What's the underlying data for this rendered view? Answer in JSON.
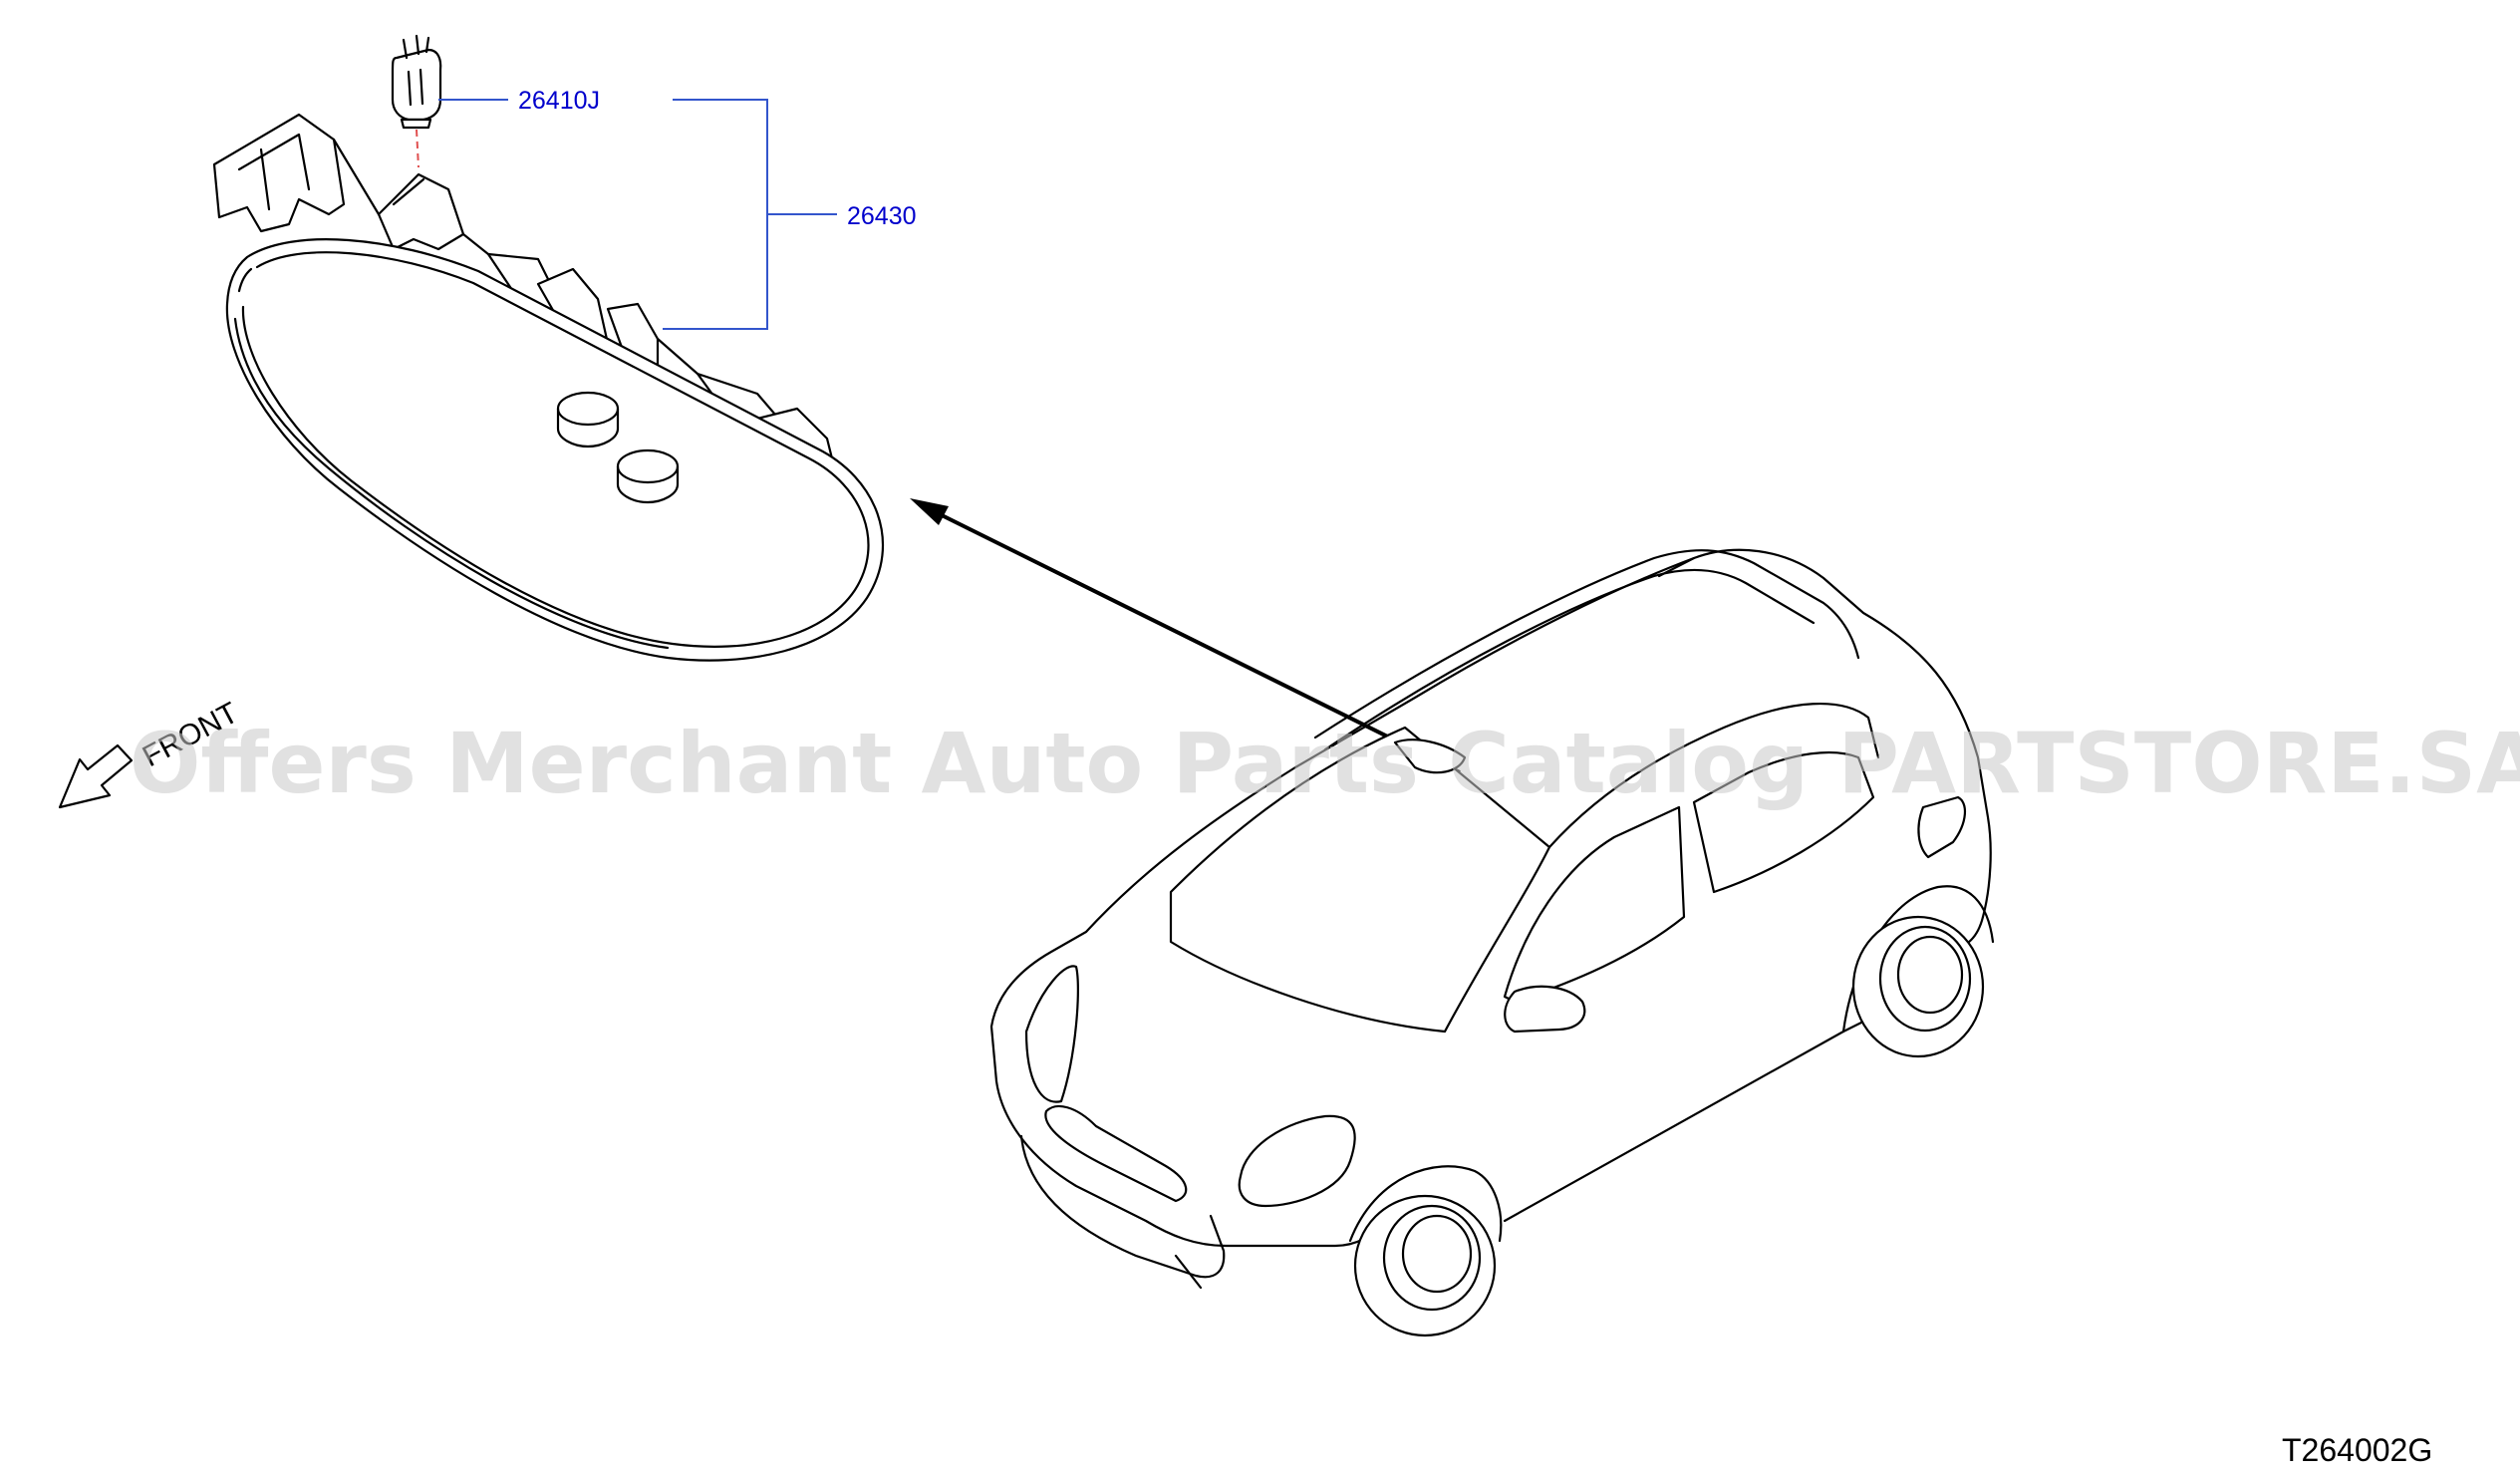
{
  "callouts": [
    {
      "part_number": "26410J"
    },
    {
      "part_number": "26430"
    }
  ],
  "direction_label": "FRONT",
  "diagram_code": "T264002G",
  "watermark": "Offers Merchant Auto Parts Catalog PARTSTORE.SA",
  "colors": {
    "callout_text": "#0000cc",
    "leader_line": "#3355cc",
    "dashed_axis": "#e05050",
    "line_art": "#000000",
    "watermark": "#c8c8c8"
  }
}
